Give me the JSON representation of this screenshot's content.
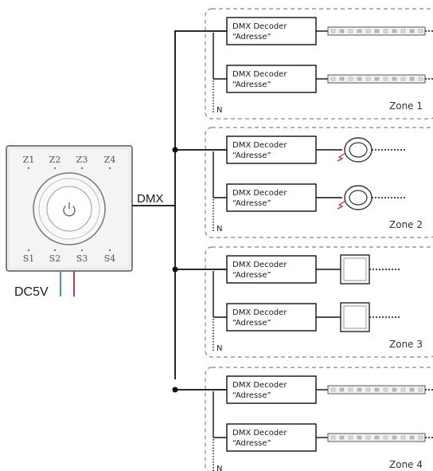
{
  "panel": {
    "zone_keys": [
      "Z1",
      "Z2",
      "Z3",
      "Z4"
    ],
    "scene_keys": [
      "S1",
      "S2",
      "S3",
      "S4"
    ],
    "power_icon": "power-icon"
  },
  "dmx_label": "DMX",
  "power_label": "DC5V",
  "colors": {
    "wire_blue": "#4a90d9",
    "wire_red": "#d33a3a",
    "line": "#111111",
    "zone_border": "#888888"
  },
  "zones": [
    {
      "name": "Zone 1",
      "load": "led-strip",
      "decoders": [
        {
          "line1": "DMX Decoder",
          "line2": "“Adresse”"
        },
        {
          "line1": "DMX Decoder",
          "line2": "“Adresse”"
        }
      ],
      "n_label": "N"
    },
    {
      "name": "Zone 2",
      "load": "downlight",
      "decoders": [
        {
          "line1": "DMX Decoder",
          "line2": "“Adresse”"
        },
        {
          "line1": "DMX Decoder",
          "line2": "“Adresse”"
        }
      ],
      "n_label": "N"
    },
    {
      "name": "Zone 3",
      "load": "panel-light",
      "decoders": [
        {
          "line1": "DMX Decoder",
          "line2": "“Adresse”"
        },
        {
          "line1": "DMX Decoder",
          "line2": "“Adresse”"
        }
      ],
      "n_label": "N"
    },
    {
      "name": "Zone 4",
      "load": "led-strip",
      "decoders": [
        {
          "line1": "DMX Decoder",
          "line2": "“Adresse”"
        },
        {
          "line1": "DMX Decoder",
          "line2": "“Adresse”"
        }
      ],
      "n_label": "N"
    }
  ]
}
